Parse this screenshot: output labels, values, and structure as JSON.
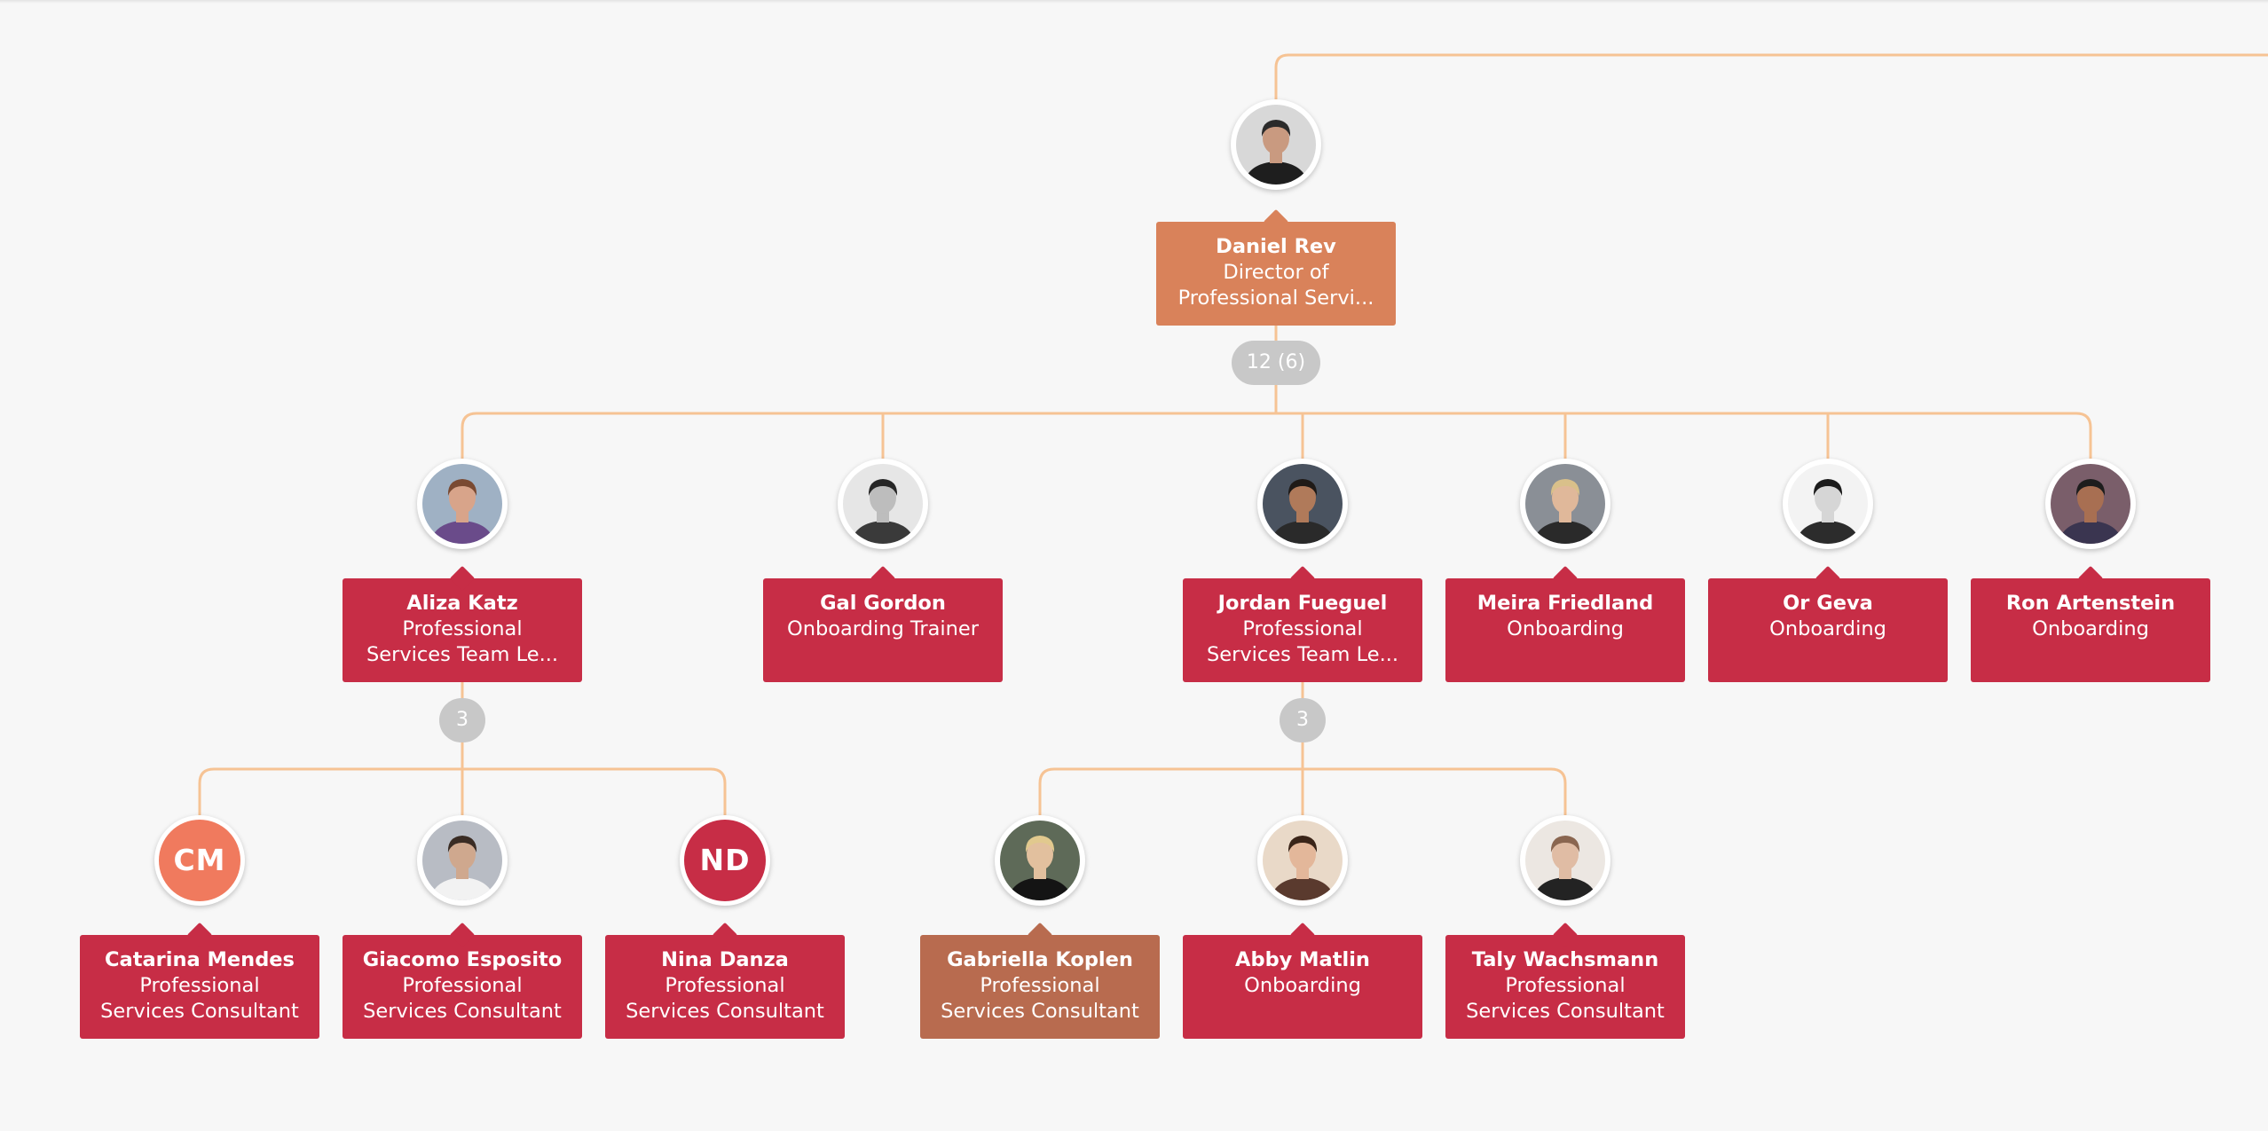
{
  "colors": {
    "connector": "#f6c394",
    "count_badge": "#c8c8c8",
    "card_default": "#c72d46",
    "card_director": "#d9825a",
    "card_highlight": "#b86b4f",
    "avatar_initials_coral": "#f07a5e",
    "avatar_initials_crimson": "#c72d46"
  },
  "people": [
    {
      "id": "daniel",
      "name": "Daniel Rev",
      "role": [
        "Director of",
        "Professional Servi..."
      ],
      "avatar": {
        "kind": "photo",
        "icon": "person-photo-icon",
        "skin": "#c99a80",
        "hair": "#2b2b2b",
        "shirt": "#1e1e1e",
        "bg": "#d8d8d8"
      },
      "card_color": "#d9825a",
      "count": "12 (6)"
    },
    {
      "id": "aliza",
      "name": "Aliza Katz",
      "role": [
        "Professional",
        "Services Team Le..."
      ],
      "avatar": {
        "kind": "photo",
        "icon": "person-photo-icon",
        "skin": "#d8a48a",
        "hair": "#7a4a32",
        "shirt": "#6a4b8a",
        "bg": "#9fb1c4"
      },
      "card_color": "#c72d46",
      "count": "3"
    },
    {
      "id": "gal",
      "name": "Gal Gordon",
      "role": [
        "Onboarding Trainer"
      ],
      "avatar": {
        "kind": "photo",
        "icon": "person-photo-icon",
        "skin": "#bdbdbd",
        "hair": "#262626",
        "shirt": "#3a3a3a",
        "bg": "#e6e6e6"
      },
      "card_color": "#c72d46"
    },
    {
      "id": "jordan",
      "name": "Jordan Fueguel",
      "role": [
        "Professional",
        "Services Team Le..."
      ],
      "avatar": {
        "kind": "photo",
        "icon": "person-photo-icon",
        "skin": "#b07a5a",
        "hair": "#1f1a17",
        "shirt": "#2a2a2a",
        "bg": "#4a5360"
      },
      "card_color": "#c72d46",
      "count": "3"
    },
    {
      "id": "meira",
      "name": "Meira Friedland",
      "role": [
        "Onboarding"
      ],
      "avatar": {
        "kind": "photo",
        "icon": "person-photo-icon",
        "skin": "#e0b89a",
        "hair": "#d9c08a",
        "shirt": "#2a2a2a",
        "bg": "#8a8f96"
      },
      "card_color": "#c72d46"
    },
    {
      "id": "or",
      "name": "Or Geva",
      "role": [
        "Onboarding"
      ],
      "avatar": {
        "kind": "photo",
        "icon": "person-photo-icon",
        "skin": "#d6d6d6",
        "hair": "#1b1b1b",
        "shirt": "#2c2c2c",
        "bg": "#f3f3f3"
      },
      "card_color": "#c72d46"
    },
    {
      "id": "ron",
      "name": "Ron Artenstein",
      "role": [
        "Onboarding"
      ],
      "avatar": {
        "kind": "photo",
        "icon": "person-photo-icon",
        "skin": "#a86f52",
        "hair": "#1d1d1d",
        "shirt": "#3a3550",
        "bg": "#7a5e6a"
      },
      "card_color": "#c72d46"
    },
    {
      "id": "catarina",
      "name": "Catarina Mendes",
      "role": [
        "Professional",
        "Services Consultant"
      ],
      "avatar": {
        "kind": "initials",
        "icon": "initials-avatar-icon",
        "initials": "CM",
        "bg": "#f07a5e"
      },
      "card_color": "#c72d46"
    },
    {
      "id": "giacomo",
      "name": "Giacomo Esposito",
      "role": [
        "Professional",
        "Services Consultant"
      ],
      "avatar": {
        "kind": "photo",
        "icon": "person-photo-icon",
        "skin": "#cfa88e",
        "hair": "#3a2c24",
        "shirt": "#f2f2f2",
        "bg": "#b8bcc4"
      },
      "card_color": "#c72d46"
    },
    {
      "id": "nina",
      "name": "Nina Danza",
      "role": [
        "Professional",
        "Services Consultant"
      ],
      "avatar": {
        "kind": "initials",
        "icon": "initials-avatar-icon",
        "initials": "ND",
        "bg": "#c72d46"
      },
      "card_color": "#c72d46"
    },
    {
      "id": "gabriella",
      "name": "Gabriella Koplen",
      "role": [
        "Professional",
        "Services Consultant"
      ],
      "avatar": {
        "kind": "photo",
        "icon": "person-photo-icon",
        "skin": "#e2c09e",
        "hair": "#e1c98e",
        "shirt": "#141414",
        "bg": "#5e6a58"
      },
      "card_color": "#b86b4f"
    },
    {
      "id": "abby",
      "name": "Abby Matlin",
      "role": [
        "Onboarding"
      ],
      "avatar": {
        "kind": "photo",
        "icon": "person-photo-icon",
        "skin": "#e3b79a",
        "hair": "#3a2418",
        "shirt": "#5a3a2e",
        "bg": "#e9d9c8"
      },
      "card_color": "#c72d46"
    },
    {
      "id": "taly",
      "name": "Taly Wachsmann",
      "role": [
        "Professional",
        "Services Consultant"
      ],
      "avatar": {
        "kind": "photo",
        "icon": "person-photo-icon",
        "skin": "#e0bca4",
        "hair": "#8a6650",
        "shirt": "#232323",
        "bg": "#ece7e2"
      },
      "card_color": "#c72d46"
    }
  ],
  "tree": [
    {
      "parent": "daniel",
      "children": [
        "aliza",
        "gal",
        "jordan",
        "meira",
        "or",
        "ron"
      ]
    },
    {
      "parent": "aliza",
      "children": [
        "catarina",
        "giacomo",
        "nina"
      ]
    },
    {
      "parent": "jordan",
      "children": [
        "gabriella",
        "abby",
        "taly"
      ]
    }
  ]
}
